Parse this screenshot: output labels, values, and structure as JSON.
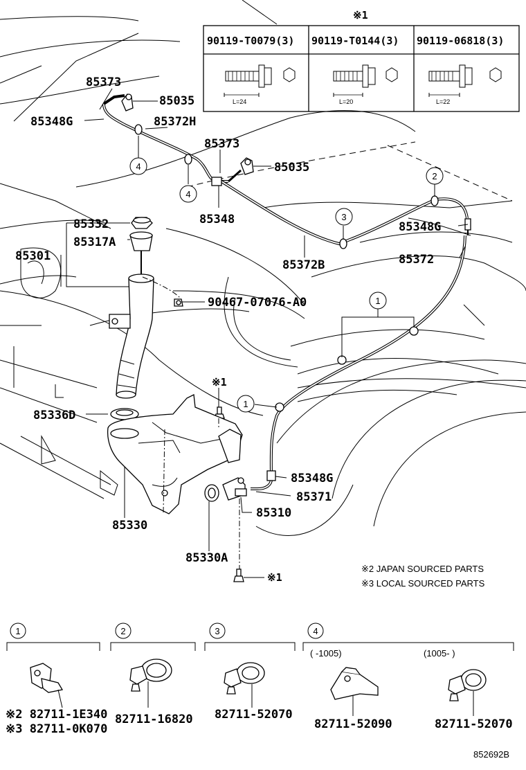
{
  "bolt_table": {
    "header_mark": "※1",
    "columns": [
      {
        "part_no": "90119-T0079(3)",
        "length": "L=24"
      },
      {
        "part_no": "90119-T0144(3)",
        "length": "L=20"
      },
      {
        "part_no": "90119-06818(3)",
        "length": "L=22"
      }
    ]
  },
  "labels": {
    "p85373_a": "85373",
    "p85035_a": "85035",
    "p85348g_a": "85348G",
    "p85372h": "85372H",
    "p85373_b": "85373",
    "p85035_b": "85035",
    "p85348": "85348",
    "p85332": "85332",
    "p85317a": "85317A",
    "p85301": "85301",
    "p85372b": "85372B",
    "p85348g_b": "85348G",
    "p85372": "85372",
    "p90467": "90467-07076-A0",
    "p85336d": "85336D",
    "mark1_a": "※1",
    "p85348g_c": "85348G",
    "p85371": "85371",
    "p85310": "85310",
    "p85330": "85330",
    "p85330a": "85330A",
    "mark1_b": "※1"
  },
  "callouts": {
    "c1a": "1",
    "c1b": "1",
    "c2": "2",
    "c3": "3",
    "c4a": "4",
    "c4b": "4"
  },
  "notes": {
    "note2": "※2 JAPAN SOURCED PARTS",
    "note3": "※3 LOCAL SOURCED PARTS"
  },
  "clamp_legend": [
    {
      "index": "1",
      "parts": [
        "※2 82711-1E340",
        "※3 82711-0K070"
      ]
    },
    {
      "index": "2",
      "parts": [
        "82711-16820"
      ]
    },
    {
      "index": "3",
      "parts": [
        "82711-52070"
      ]
    },
    {
      "index": "4",
      "ranges": [
        "(     -1005)",
        "(1005-      )"
      ],
      "parts": [
        "82711-52090",
        "82711-52070"
      ]
    }
  ],
  "diagram_id": "852692B"
}
